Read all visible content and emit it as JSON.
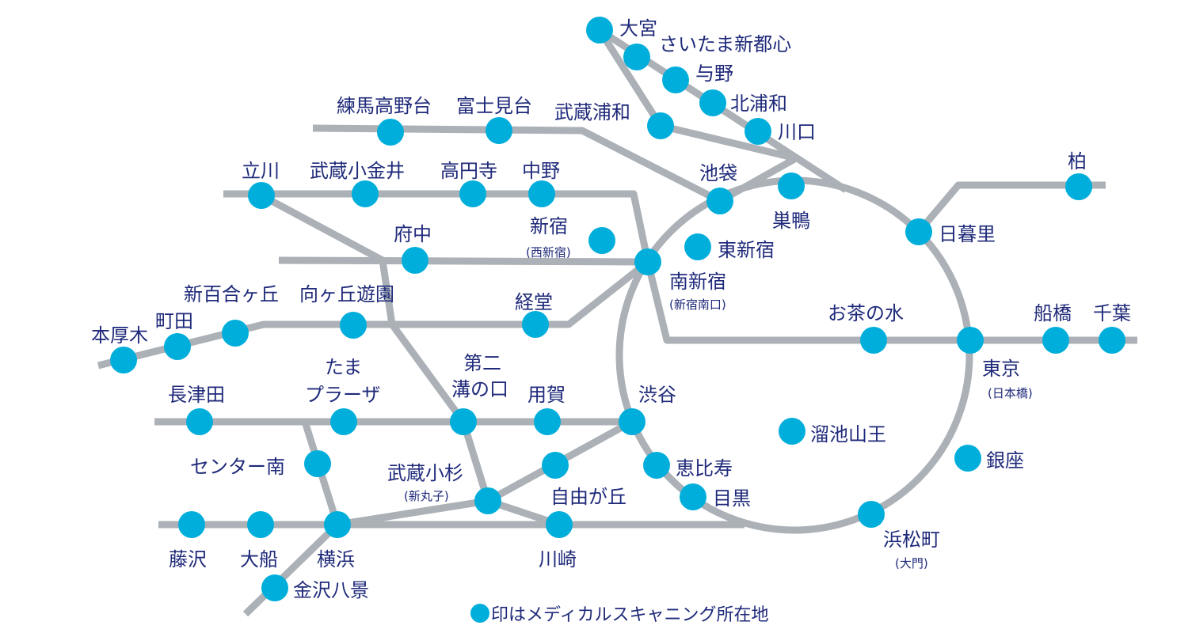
{
  "colors": {
    "station": "#00aedb",
    "line": "#abb1b6",
    "text": "#1f2a7a"
  },
  "stations": [
    {
      "name": "大宮"
    },
    {
      "name": "さいたま新都心"
    },
    {
      "name": "与野"
    },
    {
      "name": "北浦和"
    },
    {
      "name": "川口"
    },
    {
      "name": "武蔵浦和"
    },
    {
      "name": "練馬高野台"
    },
    {
      "name": "富士見台"
    },
    {
      "name": "立川"
    },
    {
      "name": "武蔵小金井"
    },
    {
      "name": "高円寺"
    },
    {
      "name": "中野"
    },
    {
      "name": "池袋"
    },
    {
      "name": "巣鴨"
    },
    {
      "name": "柏"
    },
    {
      "name": "日暮里"
    },
    {
      "name": "新宿",
      "sub": "(西新宿)"
    },
    {
      "name": "東新宿"
    },
    {
      "name": "府中"
    },
    {
      "name": "南新宿",
      "sub": "(新宿南口)"
    },
    {
      "name": "新百合ヶ丘"
    },
    {
      "name": "向ヶ丘遊園"
    },
    {
      "name": "経堂"
    },
    {
      "name": "町田"
    },
    {
      "name": "本厚木"
    },
    {
      "name": "お茶の水"
    },
    {
      "name": "東京",
      "sub": "(日本橋)"
    },
    {
      "name": "船橋"
    },
    {
      "name": "千葉"
    },
    {
      "name": "長津田"
    },
    {
      "name": "たま",
      "name2": "プラーザ"
    },
    {
      "name": "第二",
      "name2": "溝の口"
    },
    {
      "name": "用賀"
    },
    {
      "name": "渋谷"
    },
    {
      "name": "溜池山王"
    },
    {
      "name": "センター南"
    },
    {
      "name": "自由が丘"
    },
    {
      "name": "恵比寿"
    },
    {
      "name": "銀座"
    },
    {
      "name": "武蔵小杉",
      "sub": "(新丸子)"
    },
    {
      "name": "目黒"
    },
    {
      "name": "浜松町",
      "sub": "(大門)"
    },
    {
      "name": "藤沢"
    },
    {
      "name": "大船"
    },
    {
      "name": "横浜"
    },
    {
      "name": "川崎"
    },
    {
      "name": "金沢八景"
    }
  ],
  "legend": {
    "text": "印はメディカルスキャニング所在地"
  }
}
